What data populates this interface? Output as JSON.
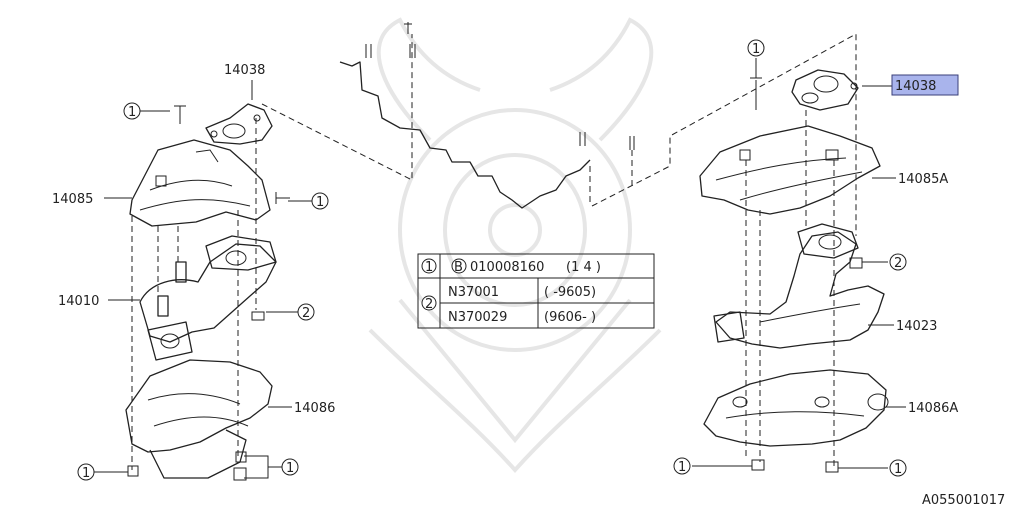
{
  "callouts": {
    "left_top_gasket": "14038",
    "left_upper_cover": "14085",
    "left_manifold": "14010",
    "left_lower_cover": "14086",
    "right_top_gasket": "14038",
    "right_upper_cover": "14085A",
    "right_manifold": "14023",
    "right_lower_cover": "14086A"
  },
  "markers": {
    "one": "1",
    "two": "2",
    "b": "B"
  },
  "legend_table": {
    "row1": {
      "index": "1",
      "part": "010008160",
      "qty": "(1 4 )"
    },
    "row2": {
      "index": "2",
      "variant_a": {
        "part": "N37001",
        "range": "(        -9605)"
      },
      "variant_b": {
        "part": "N370029",
        "range": "(9606-        )"
      }
    }
  },
  "diagram_id": "A055001017",
  "colors": {
    "highlight": "#a9b4ec",
    "ink": "#222222"
  }
}
